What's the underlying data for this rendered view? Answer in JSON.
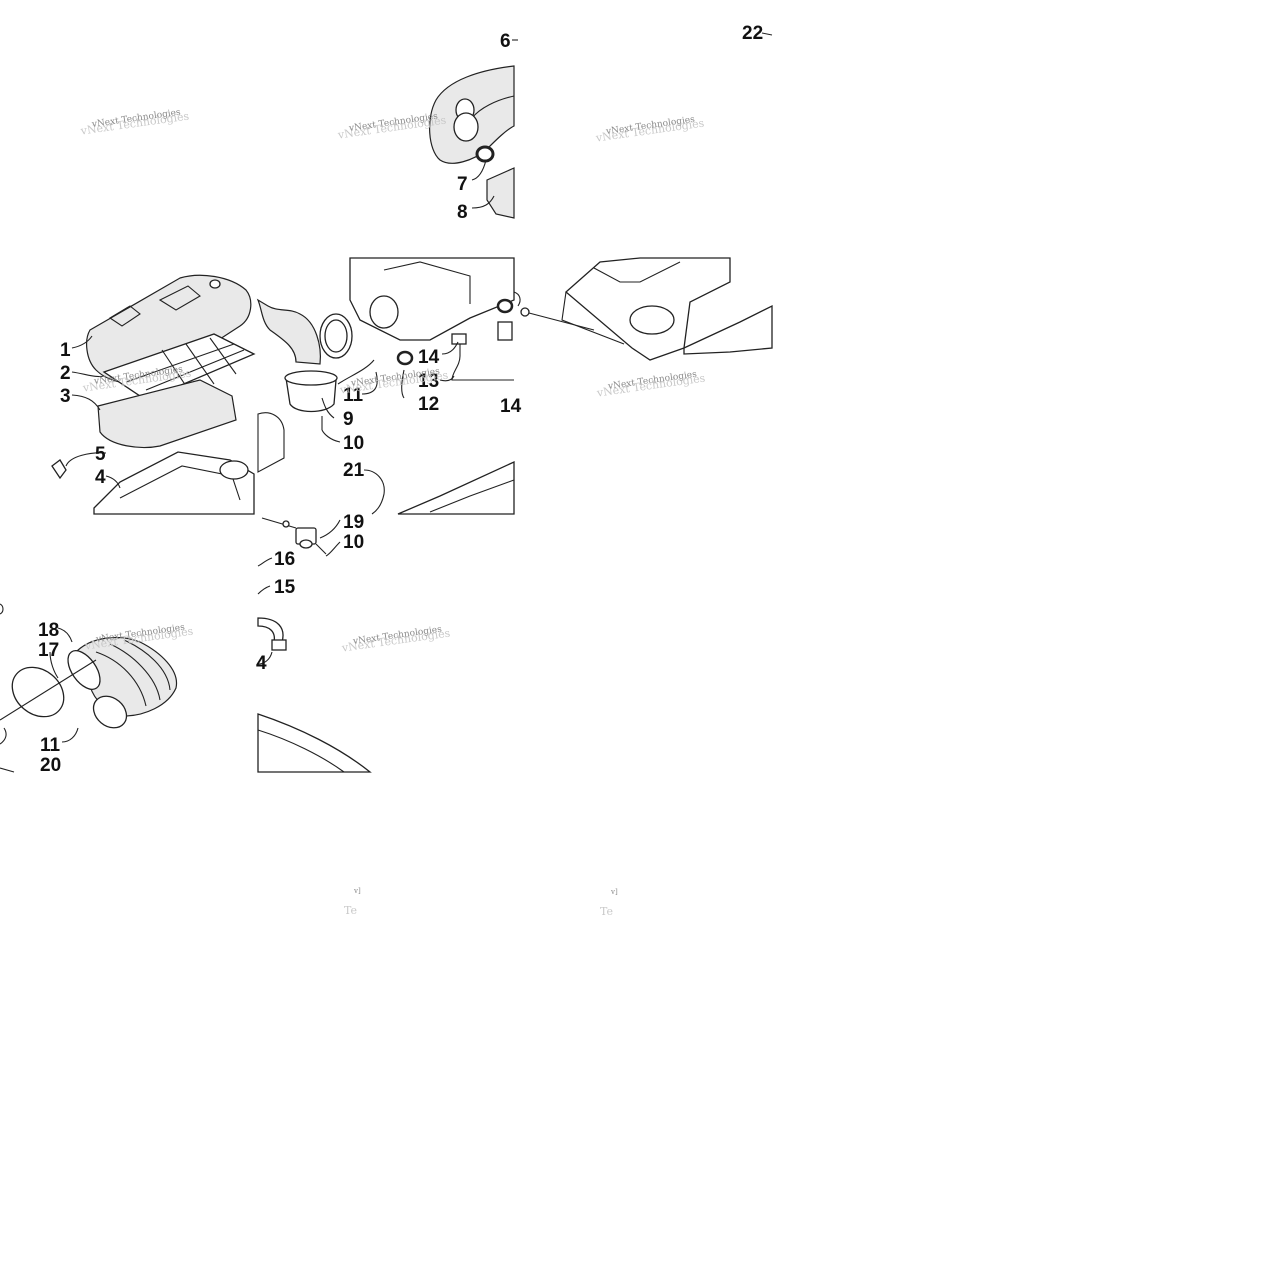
{
  "callouts": [
    {
      "id": "c6",
      "text": "6"
    },
    {
      "id": "c7",
      "text": "7"
    },
    {
      "id": "c8",
      "text": "8"
    },
    {
      "id": "c22",
      "text": "22"
    },
    {
      "id": "c1",
      "text": "1"
    },
    {
      "id": "c2",
      "text": "2"
    },
    {
      "id": "c3",
      "text": "3"
    },
    {
      "id": "c5",
      "text": "5"
    },
    {
      "id": "c4",
      "text": "4"
    },
    {
      "id": "c11a",
      "text": "11"
    },
    {
      "id": "c9",
      "text": "9"
    },
    {
      "id": "c10a",
      "text": "10"
    },
    {
      "id": "c14a",
      "text": "14"
    },
    {
      "id": "c13",
      "text": "13"
    },
    {
      "id": "c12",
      "text": "12"
    },
    {
      "id": "c14b",
      "text": "14"
    },
    {
      "id": "c21",
      "text": "21"
    },
    {
      "id": "c19",
      "text": "19"
    },
    {
      "id": "c10b",
      "text": "10"
    },
    {
      "id": "c16",
      "text": "16"
    },
    {
      "id": "c15",
      "text": "15"
    },
    {
      "id": "c18",
      "text": "18"
    },
    {
      "id": "c17",
      "text": "17"
    },
    {
      "id": "c11b",
      "text": "11"
    },
    {
      "id": "c20",
      "text": "20"
    },
    {
      "id": "c4b",
      "text": "4"
    }
  ],
  "watermark": {
    "text": "vNext Technologies"
  }
}
